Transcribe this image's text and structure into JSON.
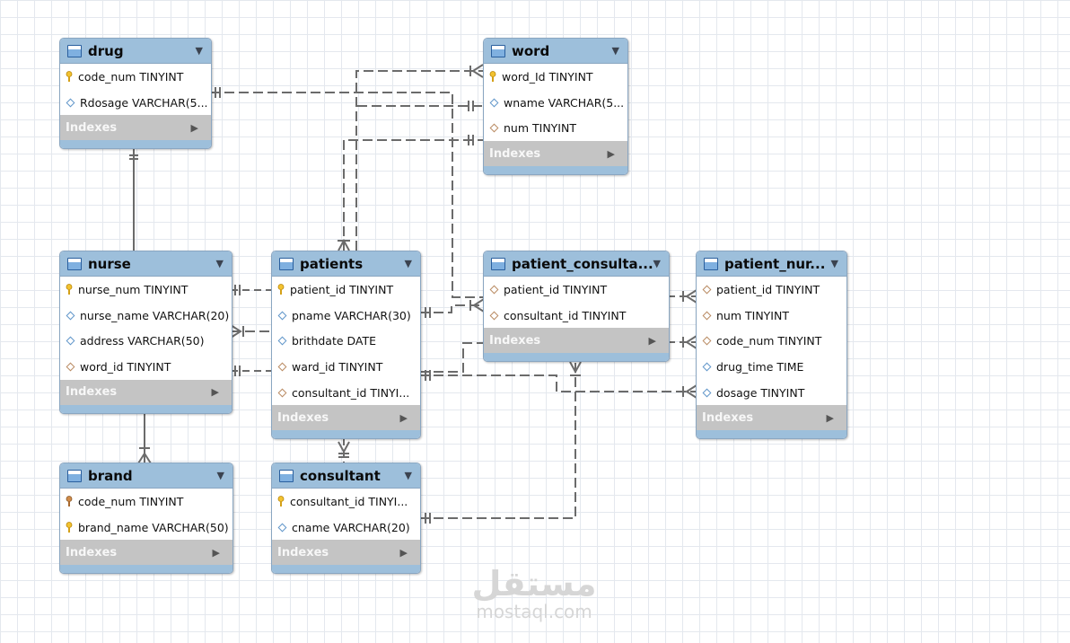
{
  "tables": {
    "drug": {
      "name": "drug",
      "columns": [
        {
          "text": "code_num TINYINT",
          "kind": "pk"
        },
        {
          "text": "Rdosage VARCHAR(5...",
          "kind": "plain"
        }
      ],
      "indexes": "Indexes"
    },
    "word": {
      "name": "word",
      "columns": [
        {
          "text": "word_Id TINYINT",
          "kind": "pk"
        },
        {
          "text": "wname VARCHAR(5...",
          "kind": "plain"
        },
        {
          "text": "num TINYINT",
          "kind": "fk"
        }
      ],
      "indexes": "Indexes"
    },
    "nurse": {
      "name": "nurse",
      "columns": [
        {
          "text": "nurse_num TINYINT",
          "kind": "pk"
        },
        {
          "text": "nurse_name VARCHAR(20)",
          "kind": "plain"
        },
        {
          "text": "address VARCHAR(50)",
          "kind": "plain"
        },
        {
          "text": "word_id TINYINT",
          "kind": "fk"
        }
      ],
      "indexes": "Indexes"
    },
    "patients": {
      "name": "patients",
      "columns": [
        {
          "text": "patient_id TINYINT",
          "kind": "pk"
        },
        {
          "text": "pname VARCHAR(30)",
          "kind": "plain"
        },
        {
          "text": "brithdate DATE",
          "kind": "plain"
        },
        {
          "text": "ward_id TINYINT",
          "kind": "fk"
        },
        {
          "text": "consultant_id TINYI...",
          "kind": "fk"
        }
      ],
      "indexes": "Indexes"
    },
    "patient_consultant": {
      "name": "patient_consulta...",
      "columns": [
        {
          "text": "patient_id TINYINT",
          "kind": "fk"
        },
        {
          "text": "consultant_id TINYINT",
          "kind": "fk"
        }
      ],
      "indexes": "Indexes"
    },
    "patient_nurse": {
      "name": "patient_nur...",
      "columns": [
        {
          "text": "patient_id TINYINT",
          "kind": "fk"
        },
        {
          "text": "num TINYINT",
          "kind": "fk"
        },
        {
          "text": "code_num TINYINT",
          "kind": "fk"
        },
        {
          "text": "drug_time TIME",
          "kind": "plain"
        },
        {
          "text": "dosage TINYINT",
          "kind": "plain"
        }
      ],
      "indexes": "Indexes"
    },
    "brand": {
      "name": "brand",
      "columns": [
        {
          "text": "code_num TINYINT",
          "kind": "pk-fk"
        },
        {
          "text": "brand_name VARCHAR(50)",
          "kind": "pk"
        }
      ],
      "indexes": "Indexes"
    },
    "consultant": {
      "name": "consultant",
      "columns": [
        {
          "text": "consultant_id TINYI...",
          "kind": "pk"
        },
        {
          "text": "cname VARCHAR(20)",
          "kind": "plain"
        }
      ],
      "indexes": "Indexes"
    }
  },
  "watermark": {
    "arabic": "مستقل",
    "latin": "mostaql.com"
  }
}
